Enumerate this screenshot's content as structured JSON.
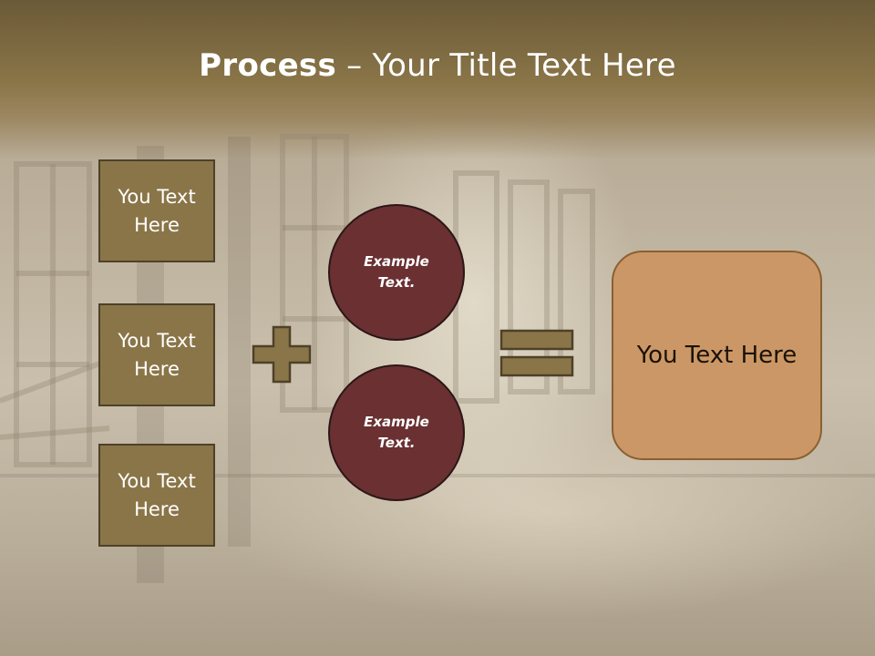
{
  "slide": {
    "title_bold": "Process",
    "title_rest": " – Your Title Text Here",
    "left_boxes": [
      {
        "label": "You Text Here"
      },
      {
        "label": "You Text Here"
      },
      {
        "label": "You Text Here"
      }
    ],
    "circles": [
      {
        "label": "Example Text."
      },
      {
        "label": "Example Text."
      }
    ],
    "result_label": "You Text Here",
    "icons": {
      "plus": "plus-icon",
      "equals": "equals-icon"
    },
    "colors": {
      "header": "#8a7548",
      "box_fill": "#8a7548",
      "circle_fill": "#6a3032",
      "result_fill": "#cc9766"
    }
  }
}
